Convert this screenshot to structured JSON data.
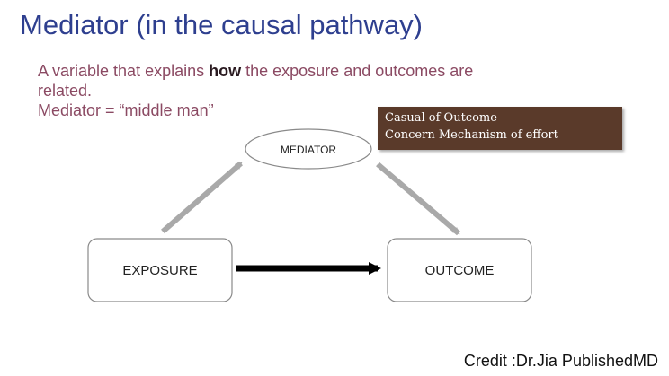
{
  "title": "Mediator (in the causal pathway)",
  "description": {
    "line1_pre": "A variable that explains ",
    "line1_bold": "how",
    "line1_post": " the exposure and outcomes are",
    "line2": "related.",
    "line3": "Mediator = “middle man”"
  },
  "callout": {
    "line1": "Casual  of Outcome",
    "line2": "Concern Mechanism of effort"
  },
  "diagram": {
    "mediator_label": "MEDIATOR",
    "exposure_label": "EXPOSURE",
    "outcome_label": "OUTCOME"
  },
  "credit": "Credit :Dr.Jia PublishedMD",
  "colors": {
    "title": "#2e3f8f",
    "description": "#8b4a63",
    "callout_bg": "#5a3a2a",
    "arrow_gray": "#a9a9a9",
    "arrow_black": "#000000"
  }
}
